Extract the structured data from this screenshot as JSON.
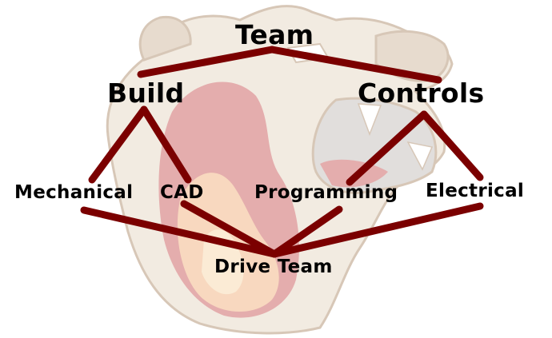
{
  "colors": {
    "connector": "#7b0000",
    "fur_light": "#e9dcc9",
    "fur_mid": "#d5bfa7",
    "fur_outline": "#b89a7e",
    "flame_red": "#cf6b6b",
    "flame_orange": "#f3ba8c",
    "flame_yellow": "#f8dcb4",
    "mouth_gray": "#c9c4c1",
    "teeth": "#ffffff",
    "text": "#000000"
  },
  "nodes": {
    "team": "Team",
    "build": "Build",
    "controls": "Controls",
    "mechanical": "Mechanical",
    "cad": "CAD",
    "programming": "Programming",
    "electrical": "Electrical",
    "drive_team": "Drive Team"
  },
  "background_icon": "bear-mascot-icon"
}
